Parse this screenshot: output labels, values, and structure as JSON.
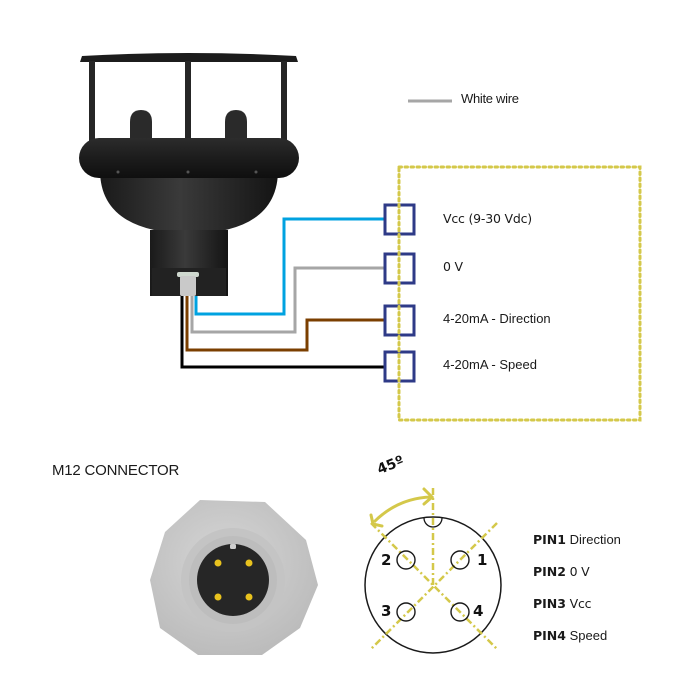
{
  "legend": {
    "items": [
      {
        "label": "White wire",
        "color": "#a6a6a6"
      }
    ]
  },
  "wiring": {
    "terminals": [
      {
        "label": "Vcc (9-30 Vdc)",
        "wire_color": "#00a2e0",
        "wire": "blue"
      },
      {
        "label": "0 V",
        "wire_color": "#a6a6a6",
        "wire": "white"
      },
      {
        "label": "4-20mA - Direction",
        "wire_color": "#7b3f00",
        "wire": "brown"
      },
      {
        "label": "4-20mA - Speed",
        "wire_color": "#000000",
        "wire": "black"
      }
    ],
    "terminal_color": "#2e3a87",
    "enclosure_color": "#d4c84a"
  },
  "connector": {
    "title": "M12 CONNECTOR",
    "angle_label": "45º",
    "pin_numbers": [
      "1",
      "2",
      "3",
      "4"
    ],
    "pins": [
      {
        "id": "PIN1",
        "function": "Direction"
      },
      {
        "id": "PIN2",
        "function": "0 V"
      },
      {
        "id": "PIN3",
        "function": "Vcc"
      },
      {
        "id": "PIN4",
        "function": "Speed"
      }
    ],
    "guide_color": "#d4c84a"
  }
}
